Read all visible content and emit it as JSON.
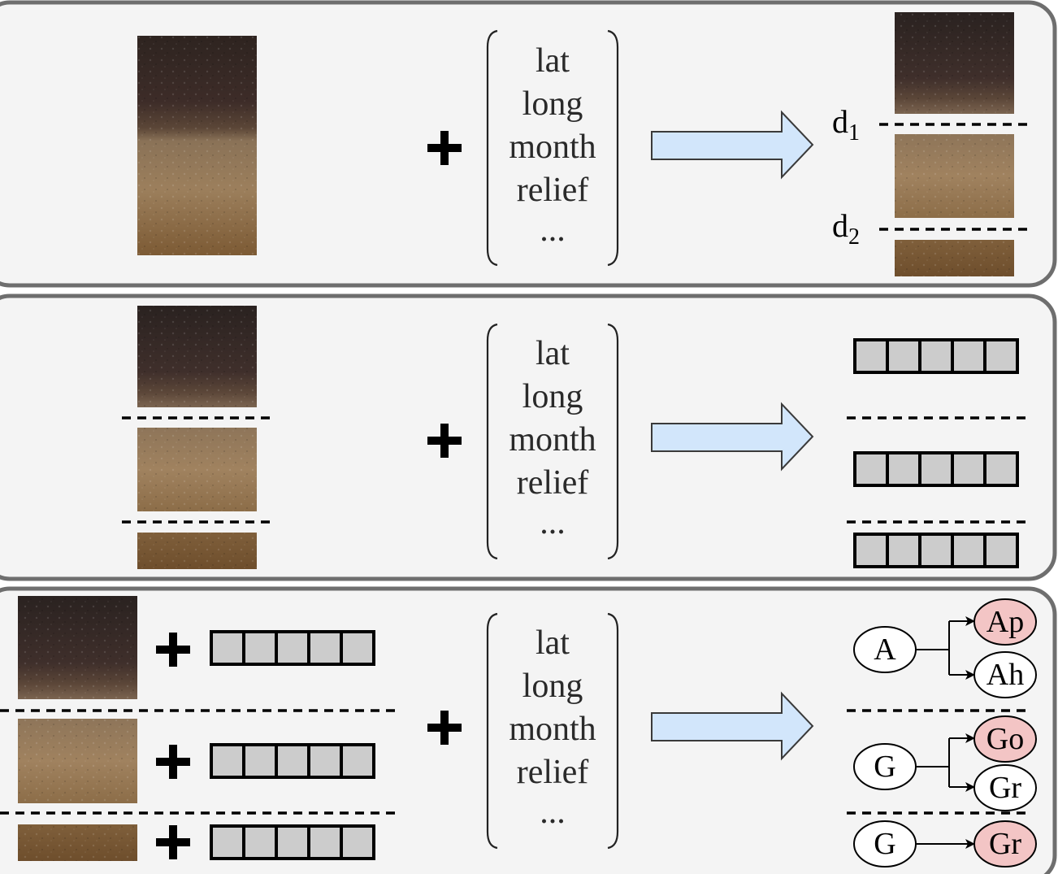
{
  "panels": [
    {
      "features": [
        "lat",
        "long",
        "month",
        "relief",
        "..."
      ],
      "depth_labels": [
        {
          "main": "d",
          "sub": "1"
        },
        {
          "main": "d",
          "sub": "2"
        }
      ]
    },
    {
      "features": [
        "lat",
        "long",
        "month",
        "relief",
        "..."
      ]
    },
    {
      "features": [
        "lat",
        "long",
        "month",
        "relief",
        "..."
      ],
      "trees": [
        {
          "parent": "A",
          "children": [
            "Ap",
            "Ah"
          ],
          "highlighted": [
            "Ap"
          ]
        },
        {
          "parent": "G",
          "children": [
            "Go",
            "Gr"
          ],
          "highlighted": [
            "Go"
          ]
        },
        {
          "parent": "G",
          "children": [
            "Gr"
          ],
          "highlighted": [
            "Gr"
          ]
        }
      ]
    }
  ],
  "colors": {
    "panel_background": "#f4f4f4",
    "panel_border": "#6e6e6e",
    "arrow_fill": "#d2e6fb",
    "embedding_cell": "#cccccc",
    "highlight_node": "#f3c5c5"
  },
  "icons": {
    "plus": "plus-icon",
    "arrow": "arrow-right-icon"
  }
}
